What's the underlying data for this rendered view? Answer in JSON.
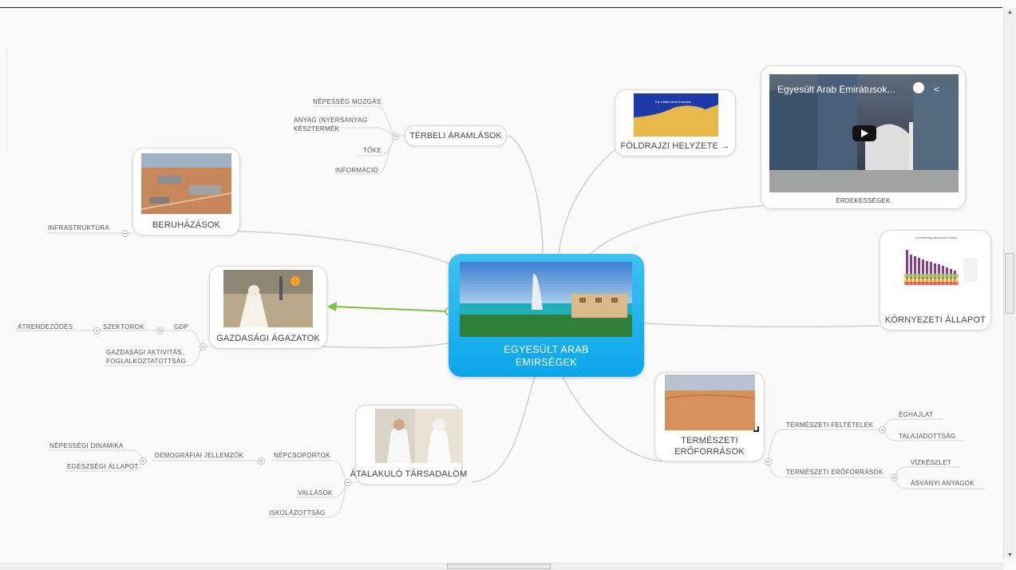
{
  "central": {
    "title": "EGYESÜLT ARAB EMIRSÉGEK",
    "line1": "EGYESÜLT ARAB",
    "line2": "EMIRSÉGEK"
  },
  "nodes": {
    "terbeli": {
      "label": "TÉRBELI ÁRAMLÁSOK",
      "children": [
        "NÉPESSÉG MOZGÁS",
        "ANYAG (NYERSANYAG",
        "KÉSZTERMÉK",
        "TŐKE",
        "INFORMÁCIÓ"
      ]
    },
    "beruhazasok": {
      "label": "BERUHÁZÁSOK",
      "children": [
        "INFRASTRUKTÚRA"
      ]
    },
    "gazdasagi": {
      "label": "GAZDASÁGI ÁGAZATOK",
      "children": [
        "GDP",
        "SZEKTOROK",
        "ÁTRENDEZŐDÉS",
        "GAZDASÁGI AKTIVITÁS,",
        "FOGLALKOZTATOTTSÁG"
      ]
    },
    "atalakulo": {
      "label": "ÁTALAKULÓ TÁRSADALOM",
      "children": [
        "NÉPCSOPORTOK",
        "DEMOGRÁFIAI JELLEMZŐK",
        "NÉPESSÉGI DINAMIKA",
        "EGÉSZSÉGI ÁLLAPOT",
        "VALLÁSOK",
        "ISKOLÁZOTTSÁG"
      ]
    },
    "foldrajzi": {
      "label": "FÖLDRAJZI HELYZETE",
      "arrow": "→",
      "map_title": "The United Arab Emirates"
    },
    "erdekessegek": {
      "label": "ÉRDEKESSÉGEK",
      "video_title": "Egyesült Arab Emirátusok..."
    },
    "kornyezeti": {
      "label": "KÖRNYEZETI ÁLLAPOT",
      "chart_title": "Az emberiség lábnyoma a Földön"
    },
    "termeszeti": {
      "label_line1": "TERMÉSZETI",
      "label_line2": "ERŐFORRÁSOK",
      "feltetelek": "TERMÉSZETI FELTÉTELEK",
      "feltetelek_children": [
        "ÉGHAJLAT",
        "TALAJADOTTSÁG"
      ],
      "eroforrasok": "TERMÉSZETI ERŐFORRÁSOK",
      "eroforrasok_children": [
        "VÍZKÉSZLET",
        "ÁSVÁNYI ANYAGOK"
      ]
    }
  },
  "colors": {
    "central": "#17aeee",
    "link": "#cccccc",
    "arrow": "#7cc242"
  },
  "icons": [
    "clock-icon",
    "share-icon",
    "play-icon",
    "arrow-right-icon",
    "collapse-icon"
  ]
}
